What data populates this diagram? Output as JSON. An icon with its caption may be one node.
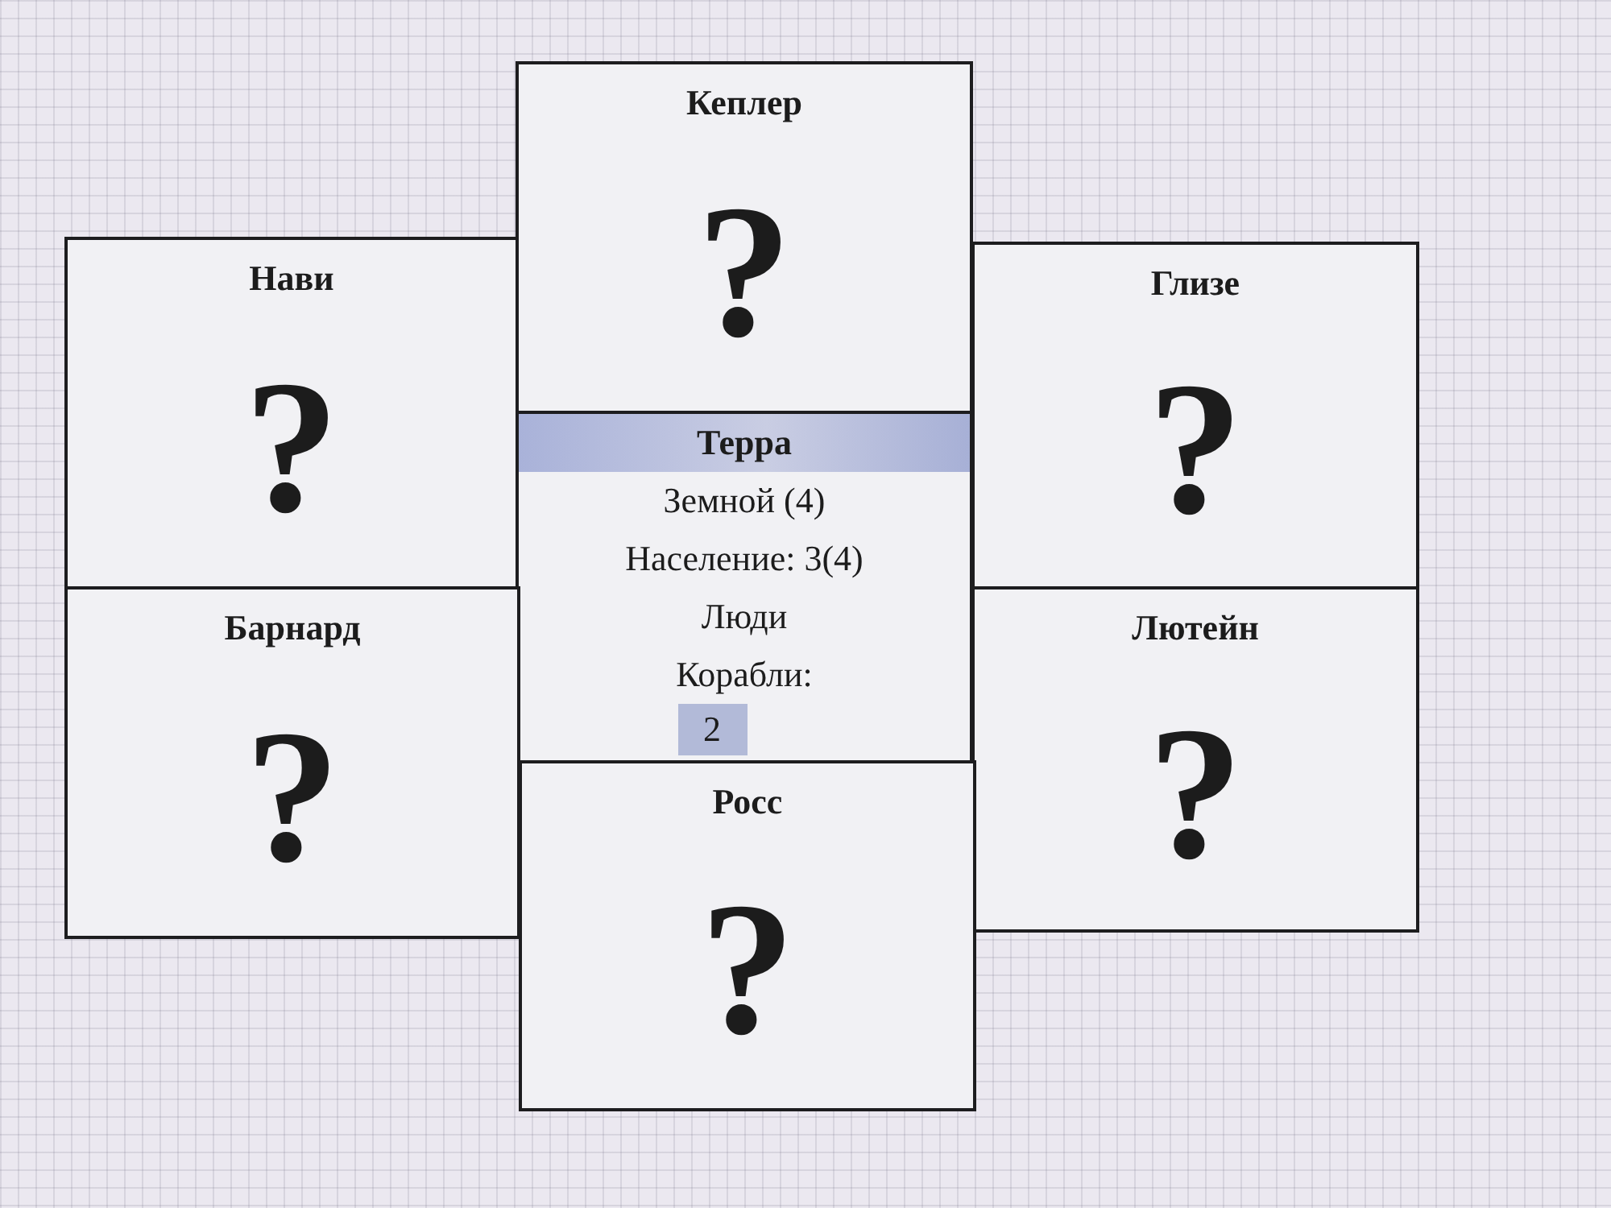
{
  "diagram": {
    "nodes": [
      {
        "text": [
          "Кеплер",
          "?"
        ]
      },
      {
        "text": [
          "Нави",
          "?"
        ]
      },
      {
        "text": [
          "Глизе",
          "?"
        ]
      },
      {
        "text": [
          "Терра",
          "Земной (4)",
          "Население: 3(4)",
          "Люди",
          "Корабли:",
          "2"
        ]
      },
      {
        "text": [
          "Барнард",
          "?"
        ]
      },
      {
        "text": [
          "Лютейн",
          "?"
        ]
      },
      {
        "text": [
          "Росс",
          "?"
        ]
      }
    ]
  }
}
